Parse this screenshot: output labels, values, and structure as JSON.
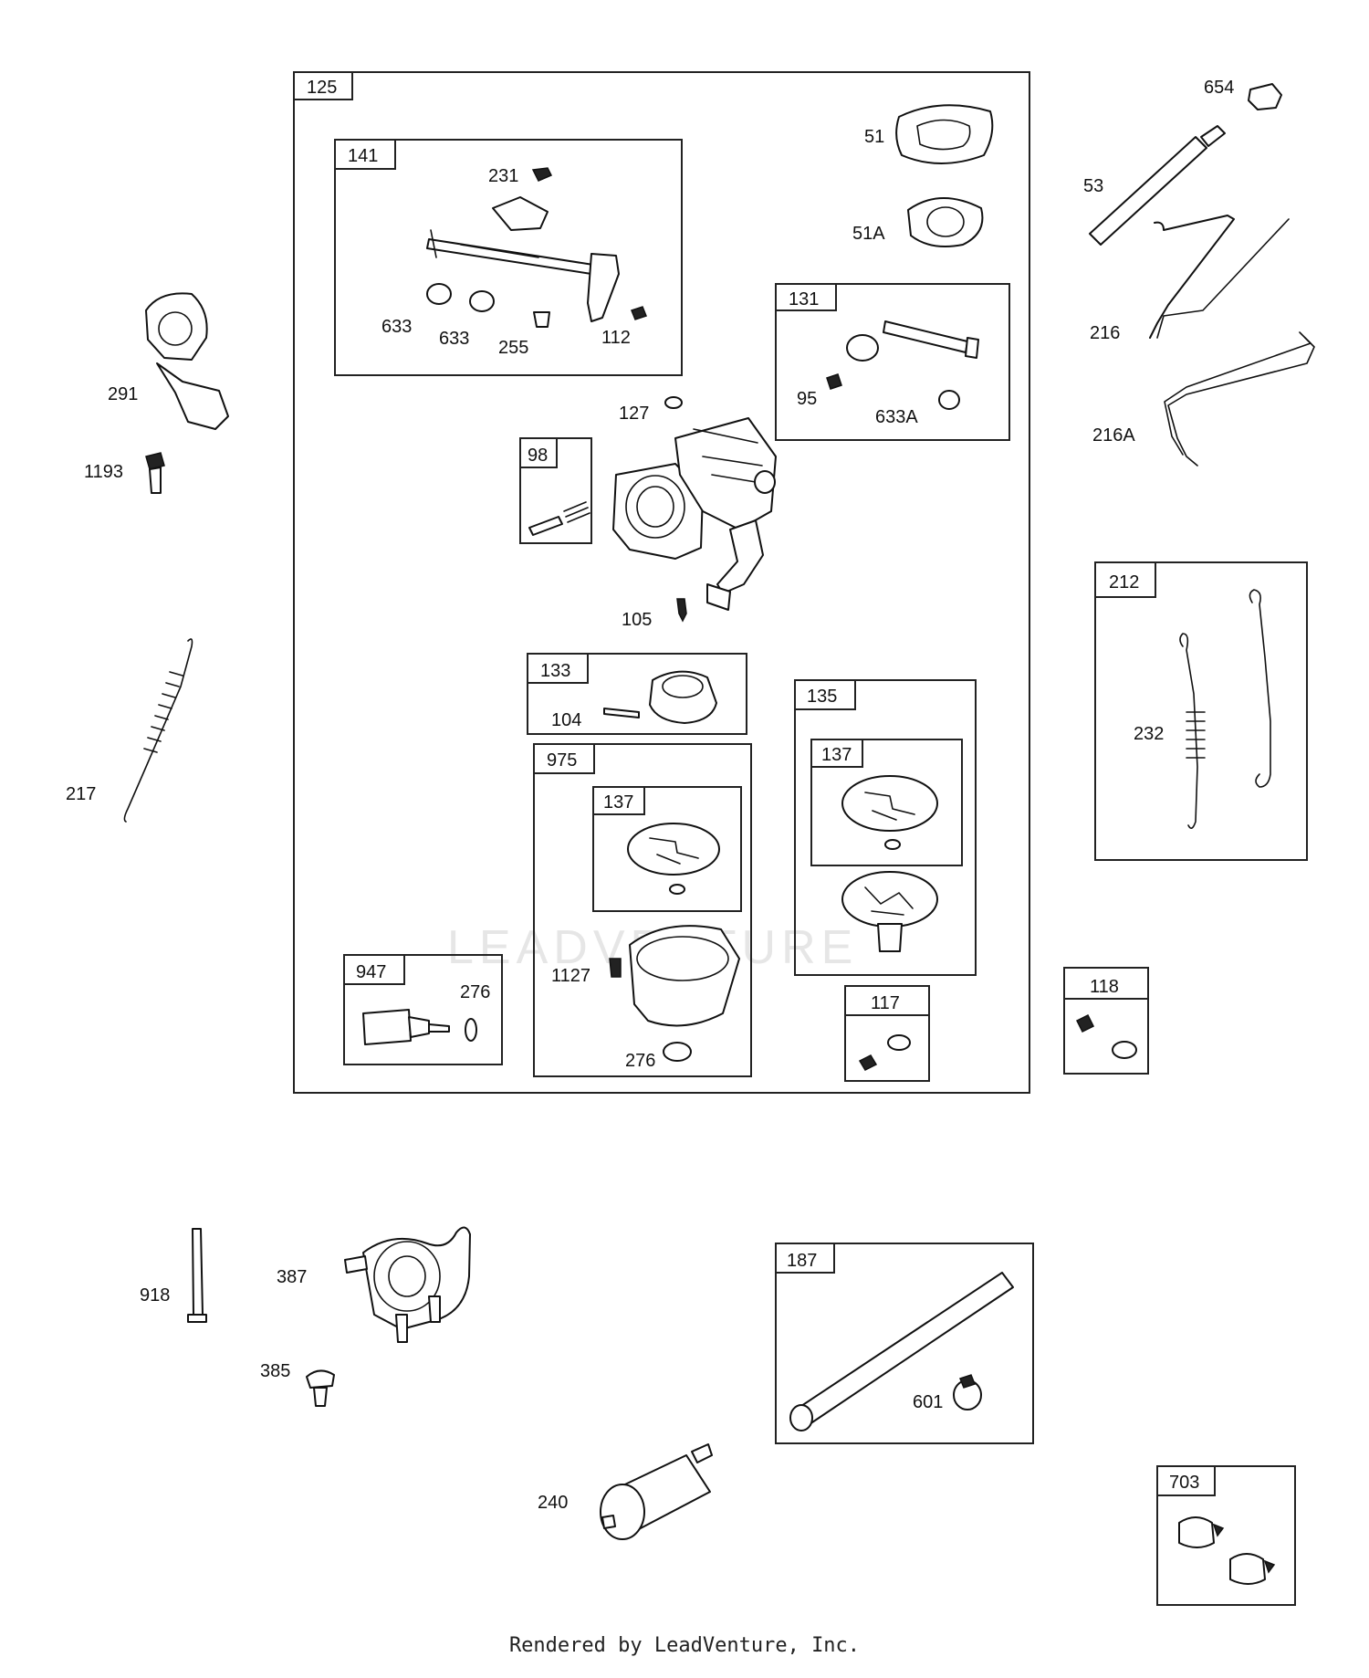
{
  "watermark": "LEADVENTURE",
  "footer": "Rendered by LeadVenture, Inc.",
  "boxes": {
    "b125": "125",
    "b141": "141",
    "b131": "131",
    "b98": "98",
    "b133": "133",
    "b135": "135",
    "b137a": "137",
    "b975": "975",
    "b137b": "137",
    "b947": "947",
    "b117": "117",
    "b118": "118",
    "b212": "212",
    "b187": "187",
    "b703": "703"
  },
  "labels": {
    "l231": "231",
    "l633a": "633",
    "l633b": "633",
    "l255": "255",
    "l112": "112",
    "l51": "51",
    "l51a": "51A",
    "l127": "127",
    "l95": "95",
    "l633aa": "633A",
    "l105": "105",
    "l104": "104",
    "l1127": "1127",
    "l276a": "276",
    "l276b": "276",
    "l654": "654",
    "l53": "53",
    "l216": "216",
    "l216a": "216A",
    "l232": "232",
    "l291": "291",
    "l1193": "1193",
    "l217": "217",
    "l918": "918",
    "l387": "387",
    "l385": "385",
    "l601": "601",
    "l240": "240"
  }
}
